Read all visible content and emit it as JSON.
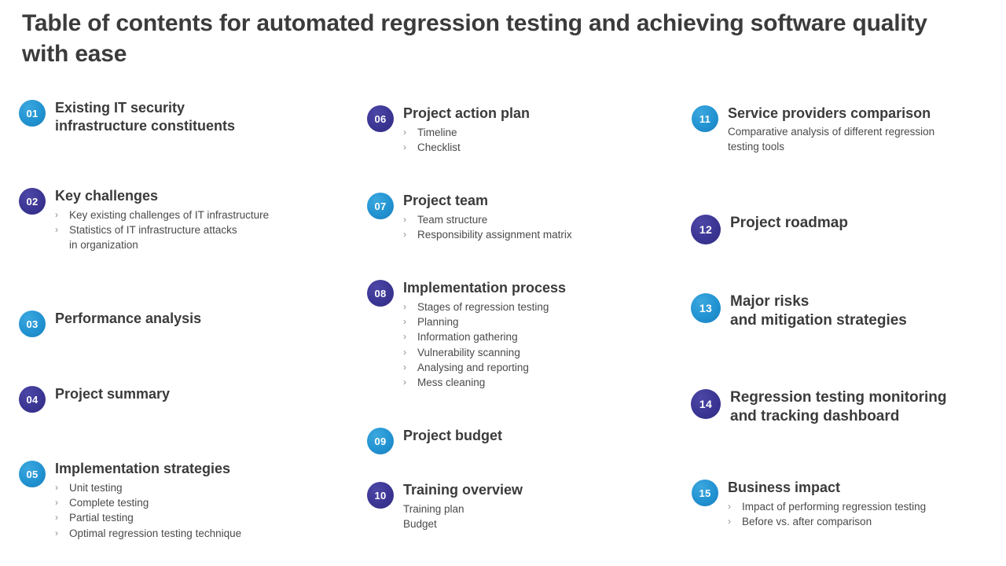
{
  "title": "Table of contents  for automated regression testing and achieving software quality with ease",
  "colors": {
    "blue": "#2293d2",
    "purple": "#3b3593",
    "title_text": "#3b3b3b",
    "body_text": "#4a4a4a",
    "chevron": "#8b8b8b"
  },
  "chevron_glyph": "›",
  "items": [
    {
      "number": "01",
      "title": "Existing IT security\ninfrastructure constituents",
      "color": "blue",
      "subitems": [],
      "description": ""
    },
    {
      "number": "02",
      "title": "Key challenges",
      "color": "purple",
      "subitems": [
        "Key existing challenges of IT infrastructure",
        "Statistics of IT infrastructure attacks\nin organization"
      ],
      "description": ""
    },
    {
      "number": "03",
      "title": "Performance analysis",
      "color": "blue",
      "subitems": [],
      "description": ""
    },
    {
      "number": "04",
      "title": "Project summary",
      "color": "purple",
      "subitems": [],
      "description": ""
    },
    {
      "number": "05",
      "title": "Implementation strategies",
      "color": "blue",
      "subitems": [
        "Unit testing",
        "Complete testing",
        "Partial testing",
        "Optimal regression testing technique"
      ],
      "description": ""
    },
    {
      "number": "06",
      "title": "Project action plan",
      "color": "purple",
      "subitems": [
        "Timeline",
        "Checklist"
      ],
      "description": ""
    },
    {
      "number": "07",
      "title": "Project team",
      "color": "blue",
      "subitems": [
        "Team structure",
        "Responsibility assignment matrix"
      ],
      "description": ""
    },
    {
      "number": "08",
      "title": "Implementation process",
      "color": "purple",
      "subitems": [
        "Stages of regression testing",
        "Planning",
        "Information gathering",
        "Vulnerability scanning",
        "Analysing and reporting",
        "Mess cleaning"
      ],
      "description": ""
    },
    {
      "number": "09",
      "title": "Project budget",
      "color": "blue",
      "subitems": [],
      "description": ""
    },
    {
      "number": "10",
      "title": "Training overview",
      "color": "purple",
      "plain_subitems": [
        "Training plan",
        "Budget"
      ],
      "subitems": [],
      "description": ""
    },
    {
      "number": "11",
      "title": "Service providers comparison",
      "color": "blue",
      "subitems": [],
      "description": "Comparative analysis of different regression\ntesting tools"
    },
    {
      "number": "12",
      "title": "Project roadmap",
      "color": "purple",
      "subitems": [],
      "description": ""
    },
    {
      "number": "13",
      "title": "Major risks\nand mitigation strategies",
      "color": "blue",
      "subitems": [],
      "description": ""
    },
    {
      "number": "14",
      "title": "Regression testing monitoring\nand tracking dashboard",
      "color": "purple",
      "subitems": [],
      "description": ""
    },
    {
      "number": "15",
      "title": "Business impact",
      "color": "blue",
      "subitems": [
        "Impact of performing regression testing",
        "Before vs. after comparison"
      ],
      "description": ""
    }
  ]
}
